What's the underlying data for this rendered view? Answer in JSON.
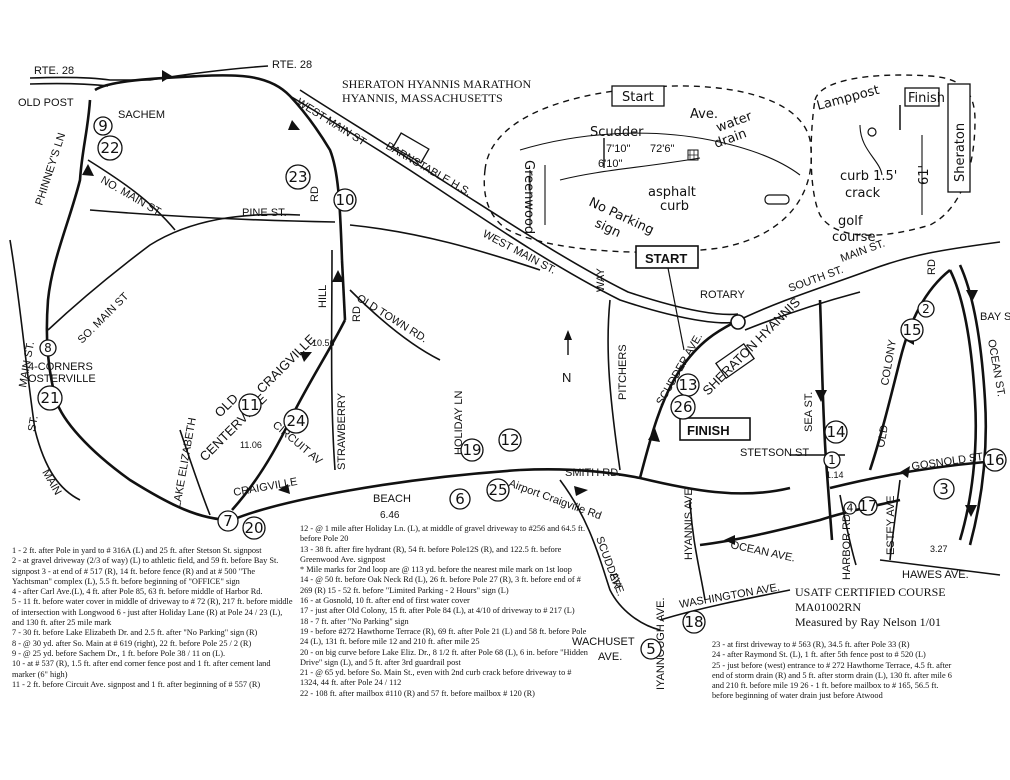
{
  "title": {
    "line1": "SHERATON HYANNIS MARATHON",
    "line2": "HYANNIS, MASSACHUSETTS"
  },
  "certification": {
    "line1": "USATF CERTIFIED COURSE",
    "line2": "MA01002RN",
    "line3": "Measured by Ray Nelson 1/01"
  },
  "boxes": {
    "start": "START",
    "finish": "FINISH",
    "inset_start": "Start",
    "inset_finish": "Finish",
    "inset_sheraton": "Sheraton",
    "barnstable": "BARNSTABLE H.S.",
    "sheraton_hyannis": "SHERATON HYANNIS"
  },
  "roads": {
    "rte28_left": "RTE. 28",
    "rte28_mid": "RTE. 28",
    "old_post": "OLD POST",
    "phinneys": "PHINNEY'S LN",
    "sachem": "SACHEM",
    "no_main": "NO. MAIN ST.",
    "west_main_1": "WEST MAIN ST",
    "west_main_2": "WEST MAIN ST.",
    "pine": "PINE ST.",
    "rd": "RD",
    "hill": "HILL",
    "old_town": "OLD TOWN RD.",
    "so_main": "SO. MAIN ST",
    "main_st_1": "MAIN ST.",
    "main_st_2": "MAIN",
    "st": "ST.",
    "four_corners": "4-CORNERS",
    "osterville": "OSTERVILLE",
    "craigville_1": "CRAIGVILLE",
    "craigville_2": "CRAIGVILLE",
    "old": "OLD",
    "centerville": "CENTERVILLE",
    "circuit": "CIRCUIT AV",
    "strawberry": "STRAWBERRY",
    "lake_elizabeth": "LAKE ELIZABETH",
    "beach": "BEACH",
    "holiday": "HOLIDAY LN",
    "airport": "Airport Craigville Rd",
    "smith": "SMITH RD.",
    "pitchers": "PITCHERS",
    "way": "WAY",
    "rotary": "ROTARY",
    "scudder": "SCUDDER AVE.",
    "scudder_2": "SCUDDER",
    "ave": "AVE.",
    "hyannis_ave": "HYANNIS AVE",
    "ocean_ave": "OCEAN AVE.",
    "washington": "WASHINGTON AVE.",
    "wachuset": "WACHUSET",
    "wachuset_ave": "AVE.",
    "iyannough": "IYANNOUGH AVE.",
    "main_st_e": "MAIN ST.",
    "south_st": "SOUTH ST.",
    "rd_e": "RD",
    "bay_st": "BAY ST",
    "ocean_st": "OCEAN ST.",
    "colony": "COLONY",
    "old_e": "OLD",
    "sea_st": "SEA ST.",
    "stetson": "STETSON ST",
    "gosnold": "GOSNOLD ST.",
    "harbor": "HARBOR RD.",
    "estey": "ESTEY AVE",
    "hawes": "HAWES AVE."
  },
  "inset_start": {
    "scudder": "Scudder",
    "ave": "Ave.",
    "water": "water",
    "drain": "drain",
    "d1": "7'10\"",
    "d2": "72'6\"",
    "d3": "6'10\"",
    "greenwood": "Greenwood",
    "no_parking": "No Parking",
    "sign": "sign",
    "asphalt": "asphalt",
    "curb": "curb"
  },
  "inset_finish": {
    "lamppost": "Lamppost",
    "curb": "curb 1.5'",
    "crack": "crack",
    "d61": "61'",
    "golf": "golf",
    "course": "course"
  },
  "mile_markers": [
    "1",
    "2",
    "3",
    "4",
    "5",
    "6",
    "7",
    "8",
    "9",
    "10",
    "11",
    "12",
    "13",
    "14",
    "15",
    "16",
    "17",
    "18",
    "19",
    "20",
    "21",
    "22",
    "23",
    "24",
    "25",
    "26"
  ],
  "dist_labels": {
    "d1056": "10.56",
    "d1106": "11.06",
    "d646": "6.46",
    "d114": "1.14",
    "d327": "3.27"
  },
  "arrow_n": "N",
  "notes_left": [
    "1 - 2 ft. after Pole in yard to # 316A  (L) and 25 ft. after Stetson St. signpost",
    "2 - at gravel driveway (2/3 of way) (L) to athletic field, and 59 ft. before Bay St. signpost    3 - at end of # 517 (R), 14 ft. before fence (R) and at # 500 \"The Yachtsman\" complex (L), 5.5 ft. before beginning of \"OFFICE\" sign",
    "4 - after Carl Ave.(L), 4 ft. after Pole 85, 63 ft. before middle of Harbor Rd.",
    "5 - 11 ft. before water cover in middle of driveway to # 72 (R), 217 ft. before middle of intersection with Longwood        6 - just after Holiday Lane (R) at Pole 24 / 23 (L), and 130 ft. after 25 mile mark",
    "7 - 30 ft. before Lake Elizabeth Dr. and 2.5 ft. after \"No Parking\" sign (R)",
    "8 - @ 30 yd. after So. Main at # 619 (right), 22 ft. before Pole 25 / 2 (R)",
    "9 - @ 25 yd. before Sachem Dr., 1 ft. before Pole 38 / 11 on (L).",
    "10 - at # 537 (R), 1.5 ft. after end corner fence post and 1 ft. after cement land marker (6\" high)",
    "11 - 2 ft. before Circuit Ave. signpost and 1 ft. after beginning of # 557 (R)"
  ],
  "notes_mid": [
    "12 - @ 1 mile after Holiday Ln. (L), at middle of gravel driveway to #256 and 64.5 ft. before Pole 20",
    "13 - 38 ft. after fire hydrant (R), 54 ft. before Pole12S (R), and 122.5 ft. before Greenwood Ave. signpost",
    "* Mile marks for 2nd loop are @ 113 yd. before the nearest mile mark on 1st loop",
    "14 - @ 50 ft. before Oak Neck Rd (L), 26 ft. before Pole 27 (R), 3 ft. before end of # 269 (R)       15 - 52 ft. before \"Limited Parking - 2 Hours\" sign (L)",
    "16 - at Gosnold, 10 ft. after end of first water cover",
    "17 - just after Old Colony, 15 ft. after Pole 84 (L), at 4/10 of driveway to # 217 (L)",
    "18 - 7 ft. after \"No Parking\" sign",
    "19 - before #272 Hawthorne Terrace  (R), 69 ft. after Pole 21 (L) and 58 ft. before Pole 24 (L), 131 ft. before mile 12 and 210 ft. after mile 25",
    "20 - on big curve before Lake Eliz. Dr., 8 1/2 ft. after Pole 68 (L), 6 in. before \"Hidden Drive\" sign (L), and 5 ft. after 3rd guardrail post",
    "21 - @ 65 yd. before So. Main St., even with 2nd curb crack before driveway to # 1324, 44 ft. after Pole 24 / 112",
    "22 - 108 ft. after mailbox #110 (R) and 57 ft. before mailbox # 120 (R)"
  ],
  "notes_right": [
    "23 - at first driveway to # 563 (R), 34.5 ft. after Pole 33 (R)",
    "24 - after Raymond St. (L), 1 ft. after 5th fence post to # 520 (L)",
    "25 - just before (west) entrance to # 272 Hawthorne Terrace, 4.5 ft. after end of storm drain (R) and 5 ft. after storm drain (L), 130 ft. after mile 6 and 210 ft. before mile 19           26 - 1 ft. before mailbox to # 165, 56.5 ft. before beginning of water drain just before Atwood"
  ]
}
